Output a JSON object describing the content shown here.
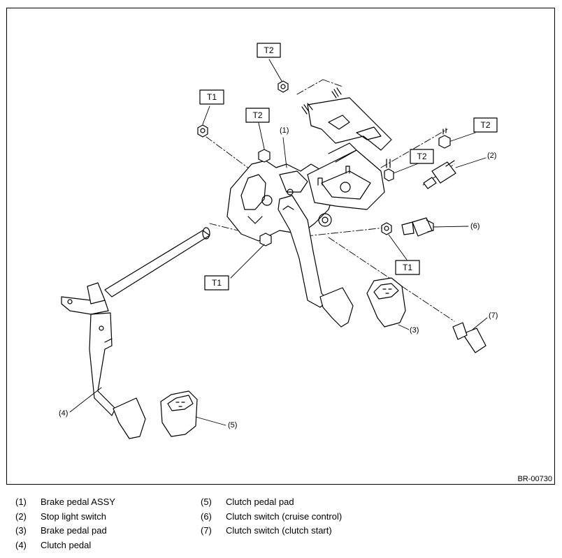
{
  "figure": {
    "code": "BR-00730",
    "torque_boxes": [
      "T2",
      "T1",
      "T2",
      "T2",
      "T2",
      "T1",
      "T1"
    ],
    "callouts": [
      "(1)",
      "(2)",
      "(3)",
      "(4)",
      "(5)",
      "(6)",
      "(7)"
    ]
  },
  "legend": {
    "left": [
      {
        "num": "(1)",
        "label": "Brake pedal ASSY"
      },
      {
        "num": "(2)",
        "label": "Stop light switch"
      },
      {
        "num": "(3)",
        "label": "Brake pedal pad"
      },
      {
        "num": "(4)",
        "label": "Clutch pedal"
      }
    ],
    "right": [
      {
        "num": "(5)",
        "label": "Clutch pedal pad"
      },
      {
        "num": "(6)",
        "label": "Clutch switch (cruise control)"
      },
      {
        "num": "(7)",
        "label": "Clutch switch (clutch start)"
      }
    ]
  }
}
